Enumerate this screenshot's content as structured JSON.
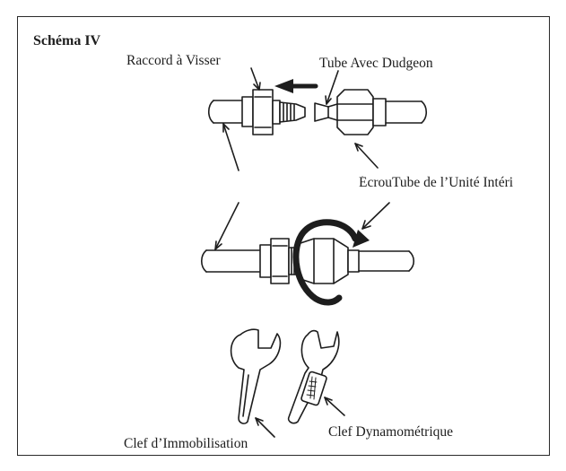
{
  "diagram": {
    "title": "Schéma IV",
    "labels": {
      "flare_union": "Raccord à Visser",
      "flared_tube": "Tube Avec Dudgeon",
      "indoor_nut": "ÉcrouTube de l’Unité Intéri",
      "holding_wrench": "Clef d’Immobilisation",
      "torque_wrench": "Clef Dynamométrique"
    },
    "colors": {
      "line": "#1d1d1d",
      "frame": "#2a2a2a",
      "background": "#ffffff"
    }
  }
}
